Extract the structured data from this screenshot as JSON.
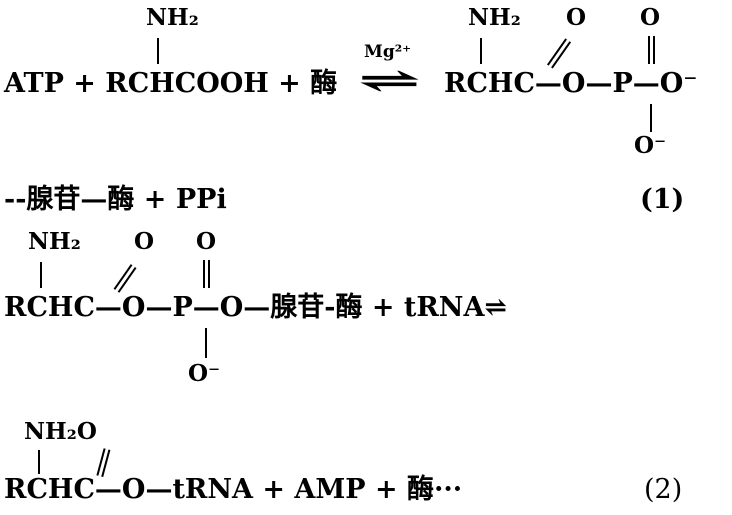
{
  "reaction1": {
    "amine_left": "NH₂",
    "reactants": "ATP + RCHCOOH + 酶",
    "catalyst": "Mg²⁺",
    "arrow": "⇌",
    "amine_right": "NH₂",
    "carbonyl_o": "O",
    "phosphoryl_o": "O",
    "product_chain": "RCHC—O—P—O⁻",
    "phosphate_o_minus": "O⁻",
    "continuation": "--腺苷—酶 + PPi",
    "label": "(1)"
  },
  "reaction2": {
    "amine": "NH₂",
    "carbonyl_o": "O",
    "phosphoryl_o": "O",
    "reactants": "RCHC—O—P—O—腺苷-酶 + tRNA⇌",
    "phosphate_o_minus": "O⁻",
    "product_amine_o": "NH₂O",
    "products": "RCHC—O—tRNA + AMP + 酶···",
    "label": "(2)"
  }
}
